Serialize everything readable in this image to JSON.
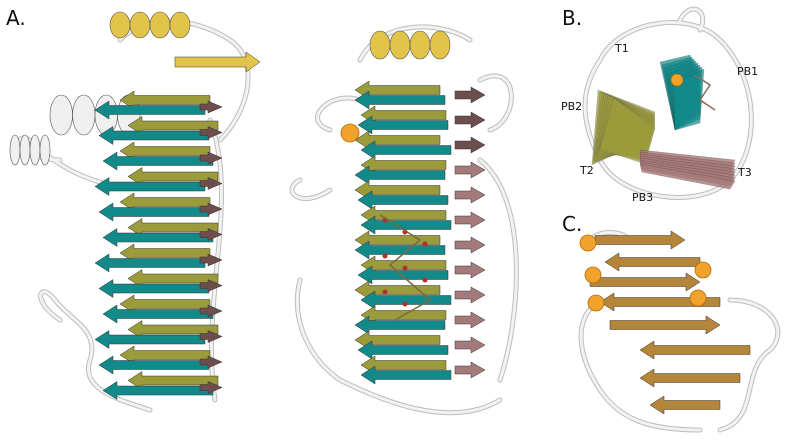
{
  "panels": {
    "a": {
      "label": "A."
    },
    "b": {
      "label": "B.",
      "annotations": [
        "T1",
        "PB1",
        "PB2",
        "T2",
        "T3",
        "PB3"
      ]
    },
    "c": {
      "label": "C."
    }
  },
  "colors": {
    "teal": "#138a8a",
    "olive": "#9b9b3c",
    "brown": "#6e4d4d",
    "mauve": "#a57a7a",
    "yellow": "#e3c44a",
    "coil": "#d8d8d8",
    "sphere": "#f0a22a",
    "tan": "#b5853a"
  }
}
